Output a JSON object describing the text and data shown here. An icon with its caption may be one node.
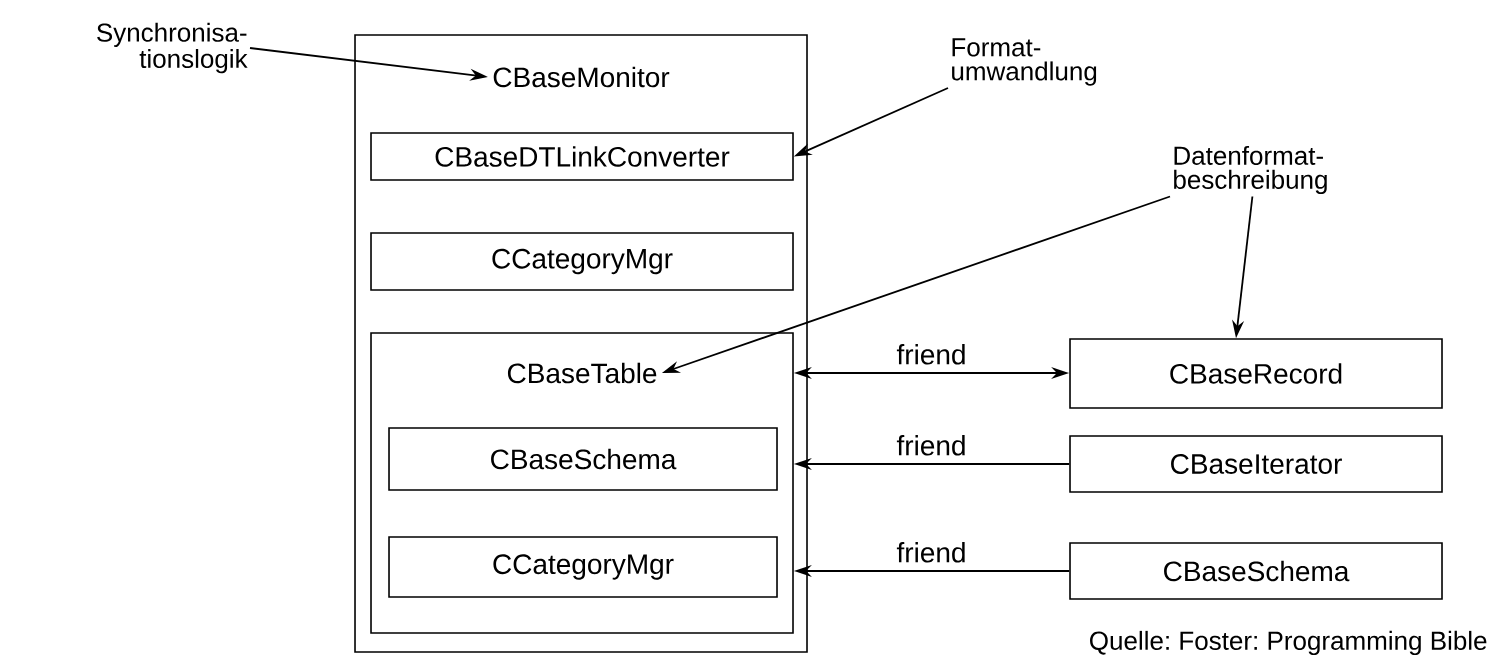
{
  "diagram": {
    "nodes": [
      {
        "text": [
          "CBaseMonitor"
        ]
      },
      {
        "text": [
          "CBaseDTLinkConverter"
        ],
        "in": 0
      },
      {
        "text": [
          "CCategoryMgr"
        ],
        "in": 0
      },
      {
        "text": [
          "CBaseTable"
        ],
        "in": 0
      },
      {
        "text": [
          "CBaseSchema"
        ],
        "in": 3
      },
      {
        "text": [
          "CCategoryMgr"
        ],
        "in": 3
      },
      {
        "text": [
          "CBaseRecord"
        ]
      },
      {
        "text": [
          "CBaseIterator"
        ]
      },
      {
        "text": [
          "CBaseSchema"
        ]
      },
      {
        "text": [
          "Synchronisa- tionslogik"
        ]
      },
      {
        "text": [
          "Format- umwandlung"
        ]
      },
      {
        "text": [
          "Datenformat- beschreibung"
        ]
      }
    ],
    "edges": [
      {
        "from": 9,
        "to": 0,
        "arrow": "to"
      },
      {
        "from": 10,
        "to": 1,
        "arrow": "to"
      },
      {
        "from": 11,
        "to": 3,
        "arrow": "to"
      },
      {
        "from": 11,
        "to": 6,
        "arrow": "to"
      },
      {
        "from": 3,
        "to": 6,
        "arrow": "both",
        "label": "friend"
      },
      {
        "from": 7,
        "to": 3,
        "arrow": "to",
        "label": "friend"
      },
      {
        "from": 8,
        "to": 3,
        "arrow": "to",
        "label": "friend"
      }
    ],
    "labels": [
      "Quelle: Foster: Programming Bible"
    ]
  }
}
